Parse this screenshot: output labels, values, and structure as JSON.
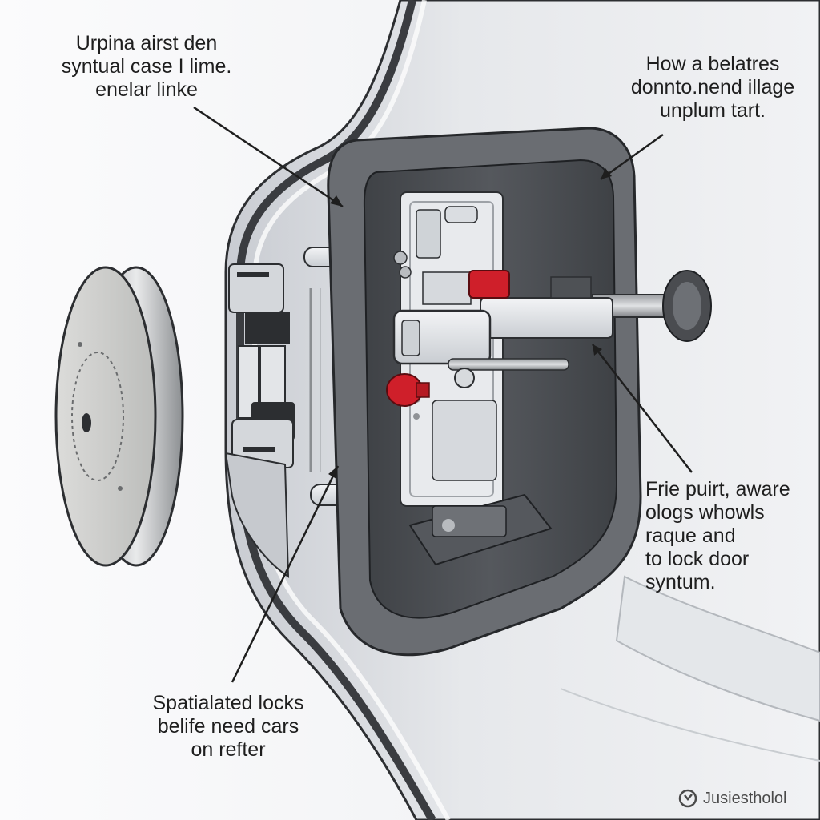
{
  "labels": {
    "top_left": [
      "Urpina airst den",
      "syntual case I lime.",
      "enelar linke"
    ],
    "top_right": [
      "How a belatres",
      "donnto.nend illage",
      "unplum tart."
    ],
    "mid_right": [
      "Frie puirt, aware",
      "ologs whowls",
      "raque and",
      "to lock door",
      "syntum."
    ],
    "bottom": [
      "Spatialated locks",
      "belife need cars",
      "on refter"
    ]
  },
  "watermark": "Jusiestholol",
  "colors": {
    "background": "#f6f7f9",
    "panel": "#d9dce1",
    "recess": "#4a4d52",
    "metal": "#e4e7ea",
    "accent_red": "#cf1f2a"
  }
}
